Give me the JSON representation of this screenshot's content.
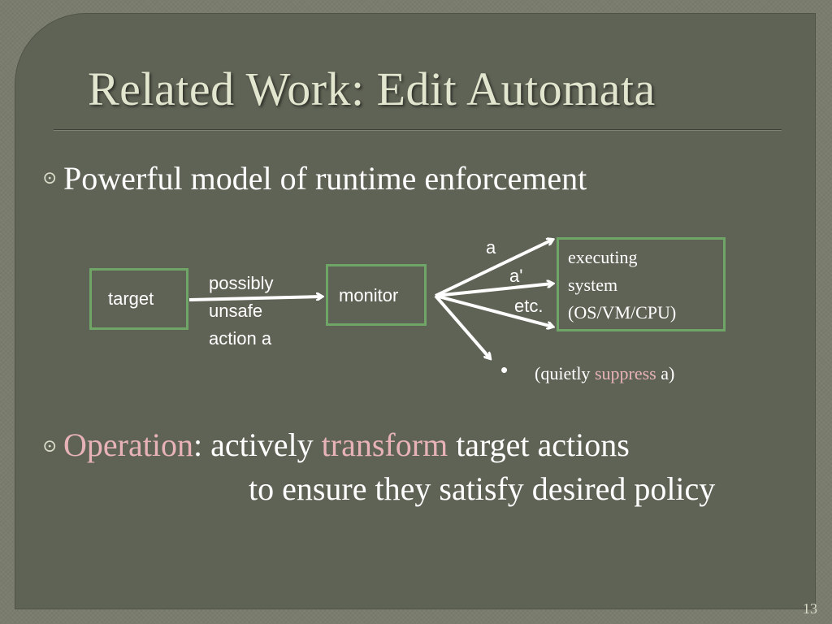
{
  "slide": {
    "title": "Related Work: Edit Automata",
    "page_number": "13"
  },
  "bullets": {
    "icon": "circled-dot-bullet-icon",
    "first": {
      "text": "Powerful model of runtime enforcement"
    },
    "second": {
      "label": "Operation",
      "after_label": ": actively ",
      "highlight": "transform",
      "rest_line1": " target actions",
      "continuation": "to ensure they satisfy desired policy"
    }
  },
  "diagram": {
    "target_label": "target",
    "monitor_label": "monitor",
    "executing_lines": [
      "executing",
      "system",
      "(OS/VM/CPU)"
    ],
    "input_lines": [
      "possibly",
      "unsafe",
      "action a"
    ],
    "branch_a": "a",
    "branch_a_prime": "a'",
    "branch_etc": "etc.",
    "suppress_bullet": "•",
    "suppress_prefix": "(quietly ",
    "suppress_word": "suppress",
    "suppress_suffix": " a)"
  },
  "colors": {
    "accent": "#e7b3b9",
    "box_border": "#6fa566",
    "title": "#e3e6cf",
    "panel": "#5f6355"
  }
}
